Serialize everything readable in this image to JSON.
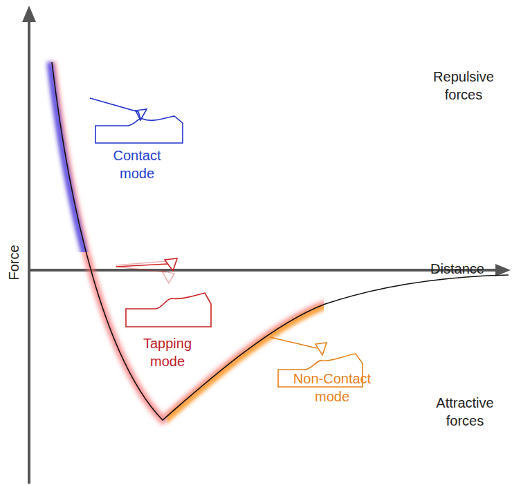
{
  "diagram": {
    "labels": [
      "Repulsive forces",
      "Contact mode",
      "Force",
      "Distance",
      "Tapping mode",
      "Non-Contact mode",
      "Attractive forces"
    ]
  }
}
